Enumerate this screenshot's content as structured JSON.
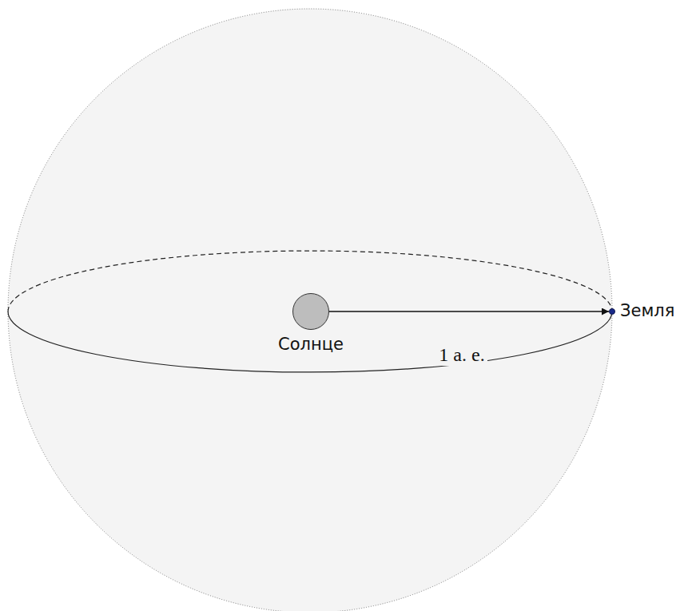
{
  "diagram": {
    "nodes": [
      {
        "text": [
          "Солнце"
        ]
      },
      {
        "text": [
          "Земля"
        ]
      }
    ],
    "edges": [
      {
        "from": 0,
        "to": 1,
        "arrow": "to",
        "label": "1 а. е."
      }
    ]
  }
}
